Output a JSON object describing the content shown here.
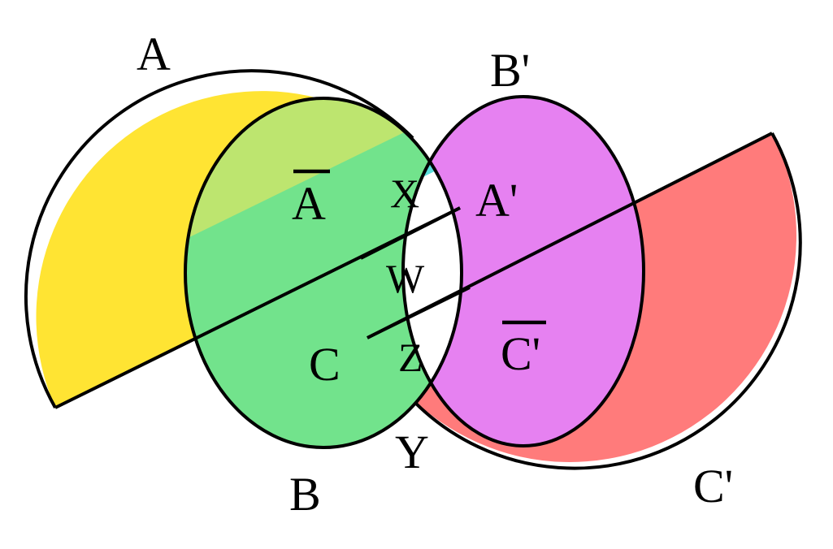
{
  "labels": {
    "a": "A",
    "b": "B",
    "b_prime": "B'",
    "c_prime": "C'",
    "a_bar": "A",
    "c": "C",
    "x": "X",
    "y": "Y",
    "z": "Z",
    "w": "W",
    "a_prime": "A'",
    "c_prime_bar": "C'"
  },
  "colors": {
    "yellow": "#ffe433",
    "light_green": "#bde56f",
    "green": "#72e38c",
    "cyan": "#5bdedc",
    "blue": "#8fb6f3",
    "magenta": "#e681f1",
    "red": "#ff7b7b",
    "white": "#ffffff",
    "outline": "#000000"
  }
}
